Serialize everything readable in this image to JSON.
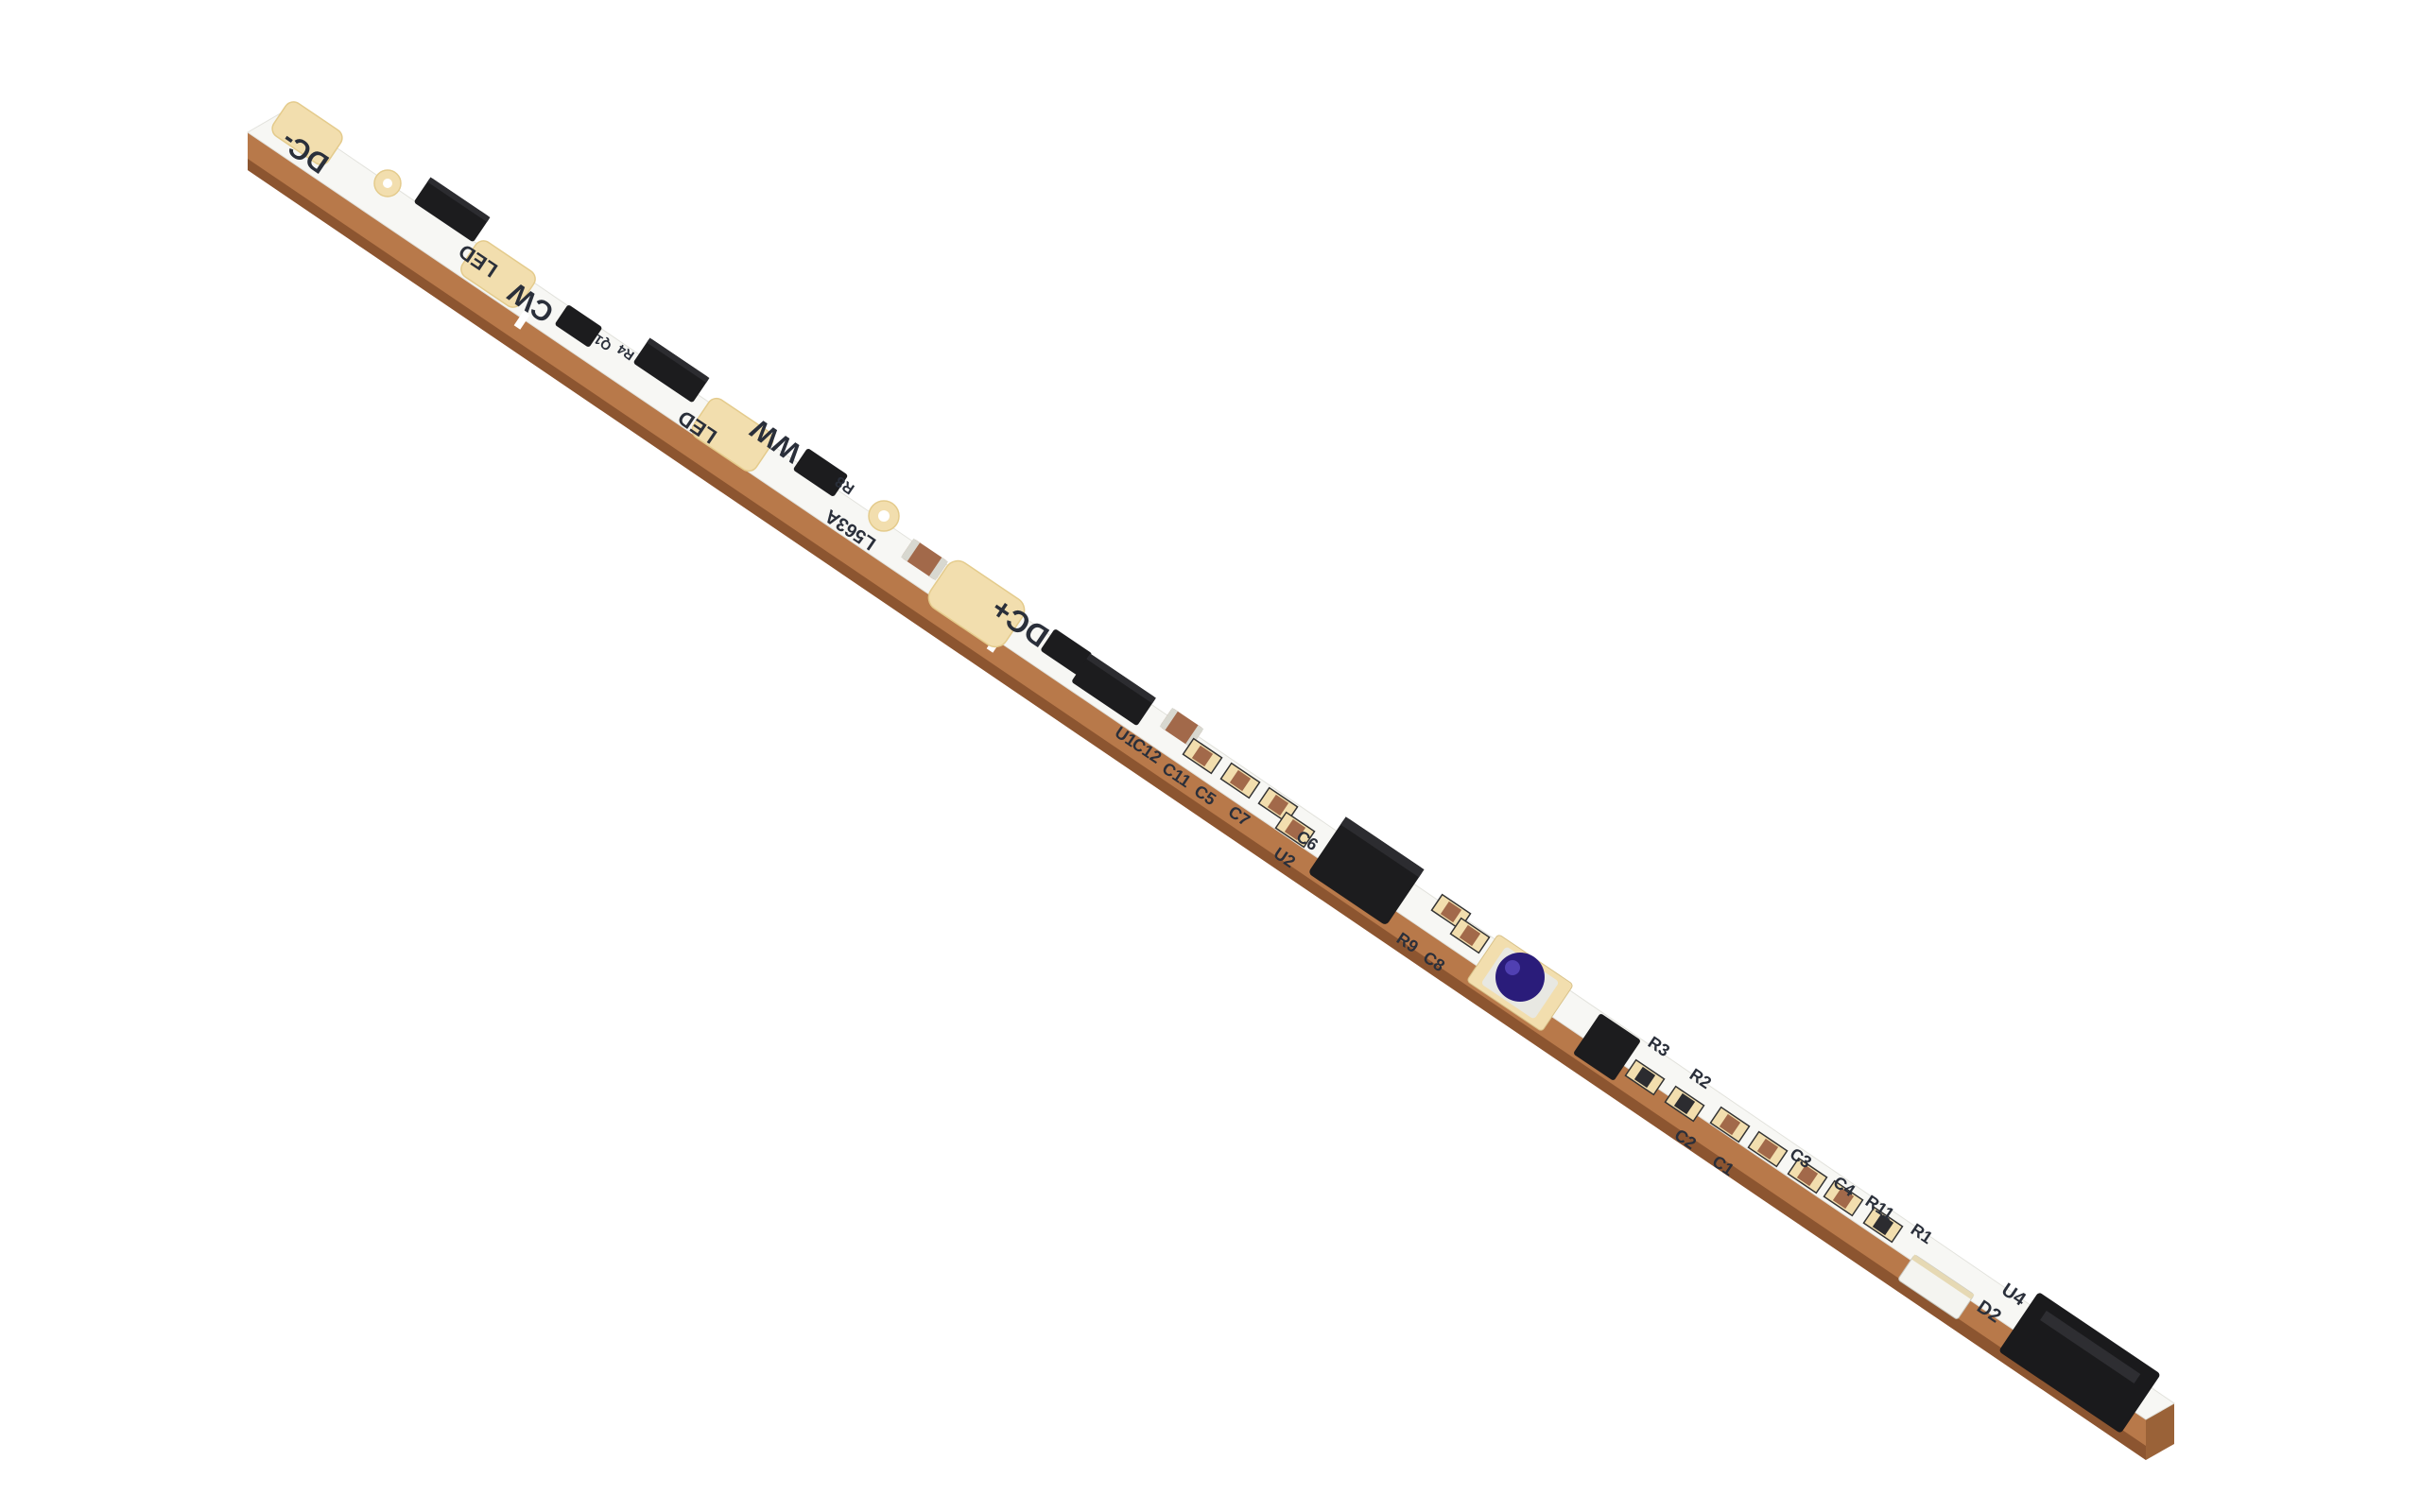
{
  "product": {
    "kind": "LED strip controller PCB with IR sensor",
    "colors": {
      "background": "#ffffff",
      "board_top": "#f7f7f4",
      "board_edge": "#b8794a",
      "board_edge_dark": "#8c5530",
      "pad_gold": "#f2deae",
      "component_black": "#1c1c1e",
      "silkscreen": "#2a2f3a",
      "sensor_lens": "#2a1c7a"
    }
  },
  "silkscreen": {
    "dc_minus": "DC-",
    "led_1": "LED",
    "cw": "CW",
    "q1": "Q1",
    "r4": "R4",
    "led_2": "LED",
    "ww": "WW",
    "r8": "R8",
    "l563a": "L563A",
    "dc_plus": "DC+",
    "u1": "U1",
    "c12": "C12",
    "c11": "C11",
    "c5": "C5",
    "c7": "C7",
    "c6": "C6",
    "u2": "U2",
    "r9": "R9",
    "c8": "C8",
    "r3": "R3",
    "r2": "R2",
    "c2": "C2",
    "c1": "C1",
    "c3": "C3",
    "c4": "C4",
    "r11": "R11",
    "r1": "R1",
    "u4": "U4",
    "d2": "D2"
  }
}
